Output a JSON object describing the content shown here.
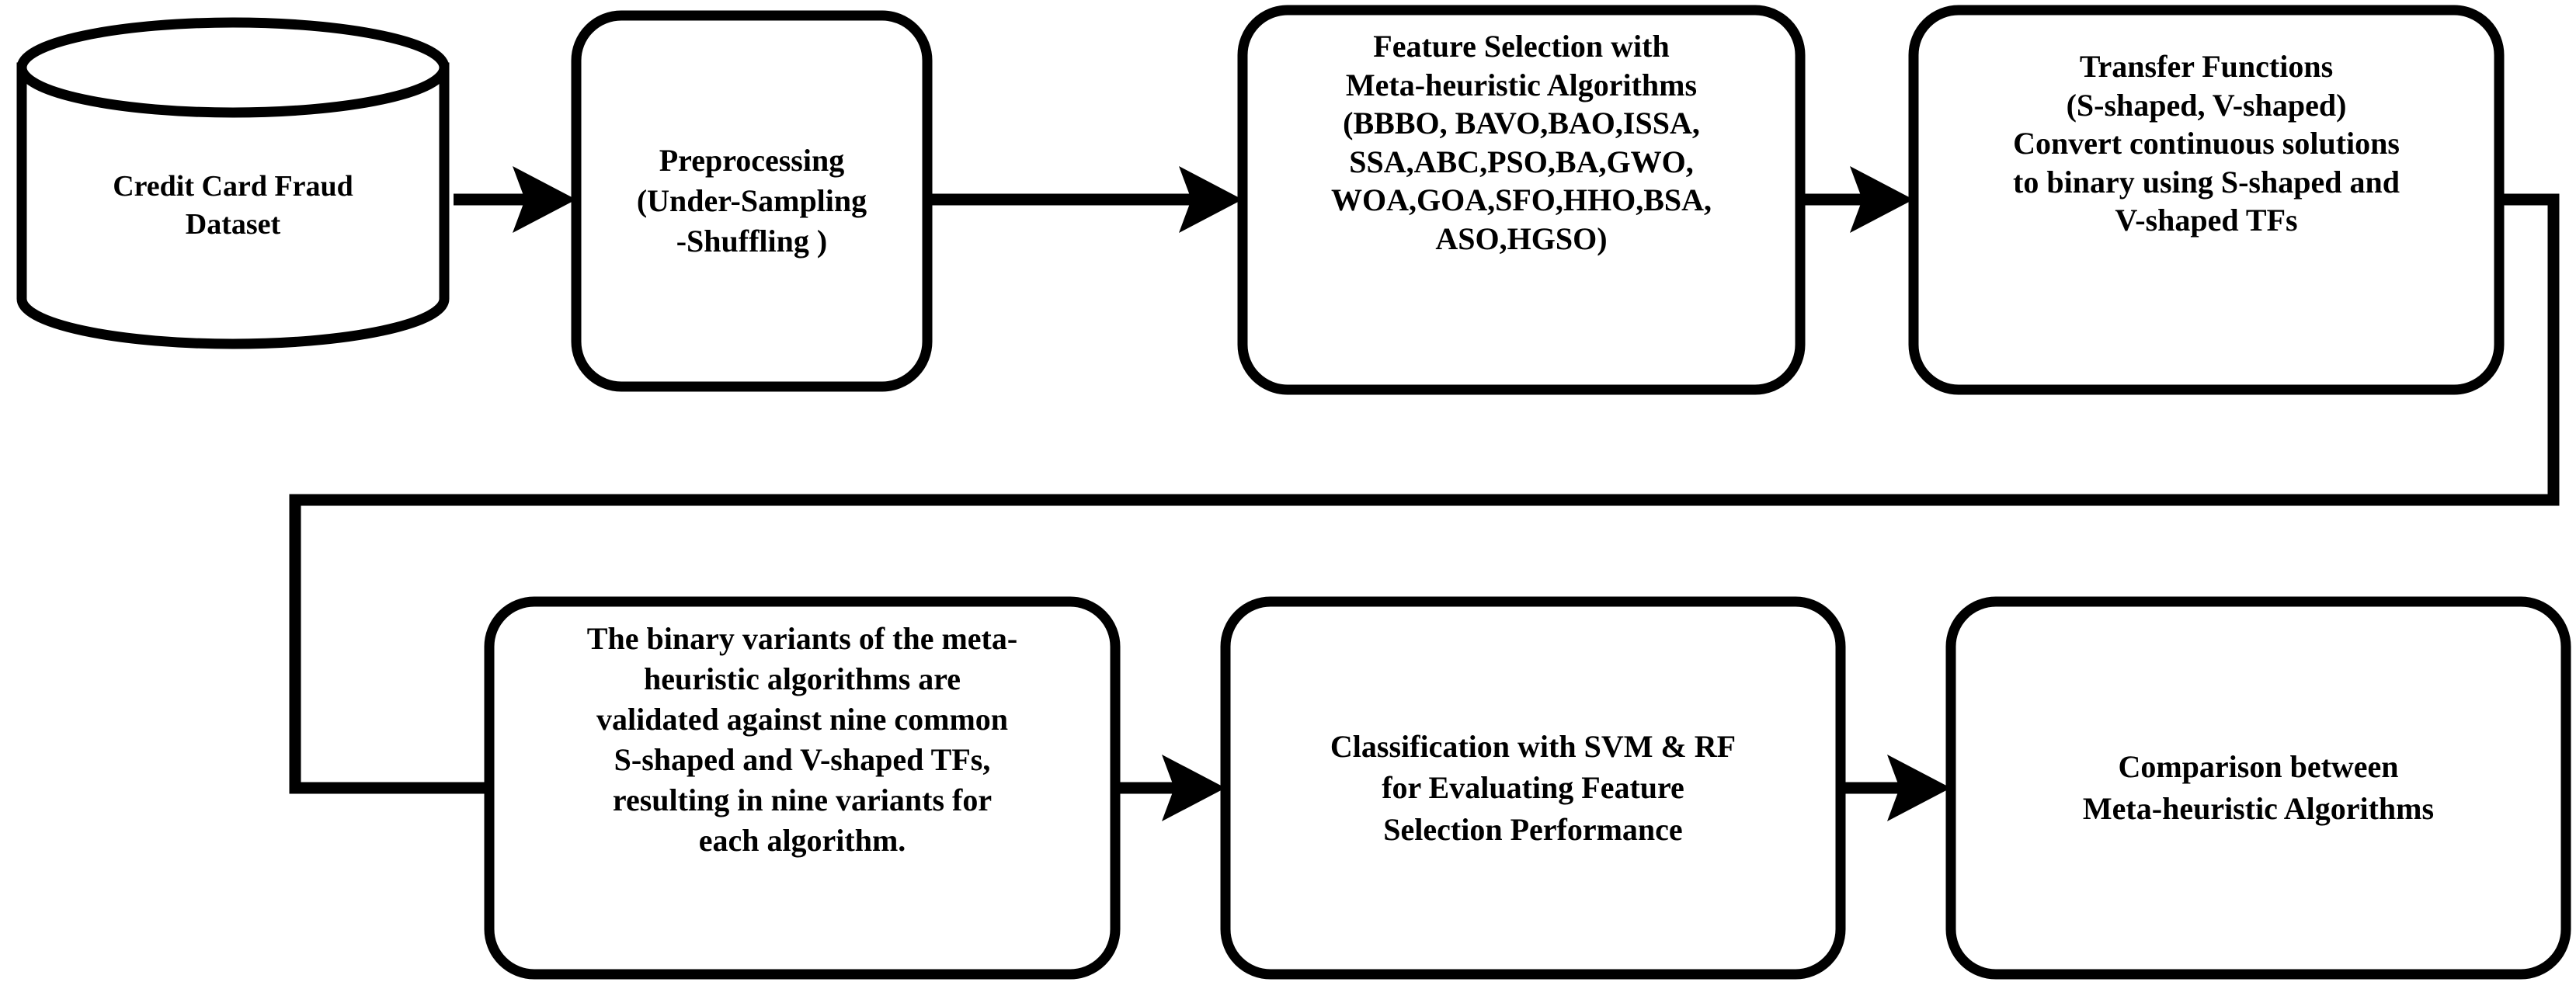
{
  "diagram": {
    "title": "Credit Card Fraud Detection Methodology Flowchart",
    "background_color": "#ffffff",
    "line_color": "#000000",
    "nodes": [
      {
        "id": "dataset",
        "shape": "cylinder",
        "label": "Credit Card Fraud\nDataset"
      },
      {
        "id": "preprocessing",
        "shape": "rounded-rectangle",
        "label": "Preprocessing\n(Under-Sampling\n-Shuffling )"
      },
      {
        "id": "feature-selection",
        "shape": "rounded-rectangle",
        "label": "Feature Selection with\nMeta-heuristic Algorithms\n(BBBO, BAVO,BAO,ISSA,\nSSA,ABC,PSO,BA,GWO,\nWOA,GOA,SFO,HHO,BSA,\nASO,HGSO)"
      },
      {
        "id": "transfer-functions",
        "shape": "rounded-rectangle",
        "label": "Transfer Functions\n(S-shaped, V-shaped)\nConvert continuous solutions\nto binary using S-shaped and\nV-shaped TFs"
      },
      {
        "id": "binary-variants",
        "shape": "rounded-rectangle",
        "label": "The binary variants of the meta-\nheuristic algorithms are\nvalidated against nine common\nS-shaped and V-shaped  TFs,\nresulting in nine variants for\neach algorithm."
      },
      {
        "id": "classification",
        "shape": "rounded-rectangle",
        "label": "Classification with SVM & RF\nfor Evaluating  Feature\nSelection Performance"
      },
      {
        "id": "comparison",
        "shape": "rounded-rectangle",
        "label": "Comparison between\nMeta-heuristic Algorithms"
      }
    ],
    "edges": [
      {
        "id": "e1",
        "from": "dataset",
        "to": "preprocessing",
        "style": "straight-arrow"
      },
      {
        "id": "e2",
        "from": "preprocessing",
        "to": "feature-selection",
        "style": "straight-arrow"
      },
      {
        "id": "e3",
        "from": "feature-selection",
        "to": "transfer-functions",
        "style": "straight-arrow"
      },
      {
        "id": "e4",
        "from": "transfer-functions",
        "to": "binary-variants",
        "style": "elbow-wrap"
      },
      {
        "id": "e5",
        "from": "binary-variants",
        "to": "classification",
        "style": "straight-arrow"
      },
      {
        "id": "e6",
        "from": "classification",
        "to": "comparison",
        "style": "straight-arrow"
      }
    ]
  }
}
